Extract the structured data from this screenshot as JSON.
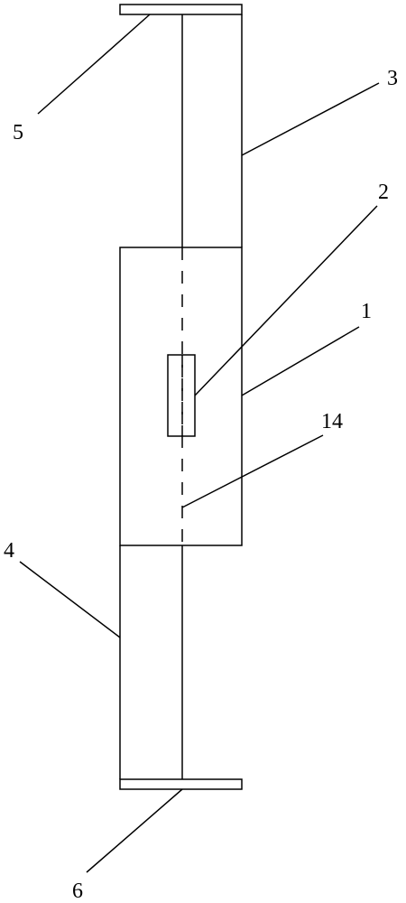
{
  "labels": {
    "body": "1",
    "slot": "2",
    "upper_rail": "3",
    "lower_rail": "4",
    "top_plate": "5",
    "bottom_plate": "6",
    "center_line": "14"
  }
}
